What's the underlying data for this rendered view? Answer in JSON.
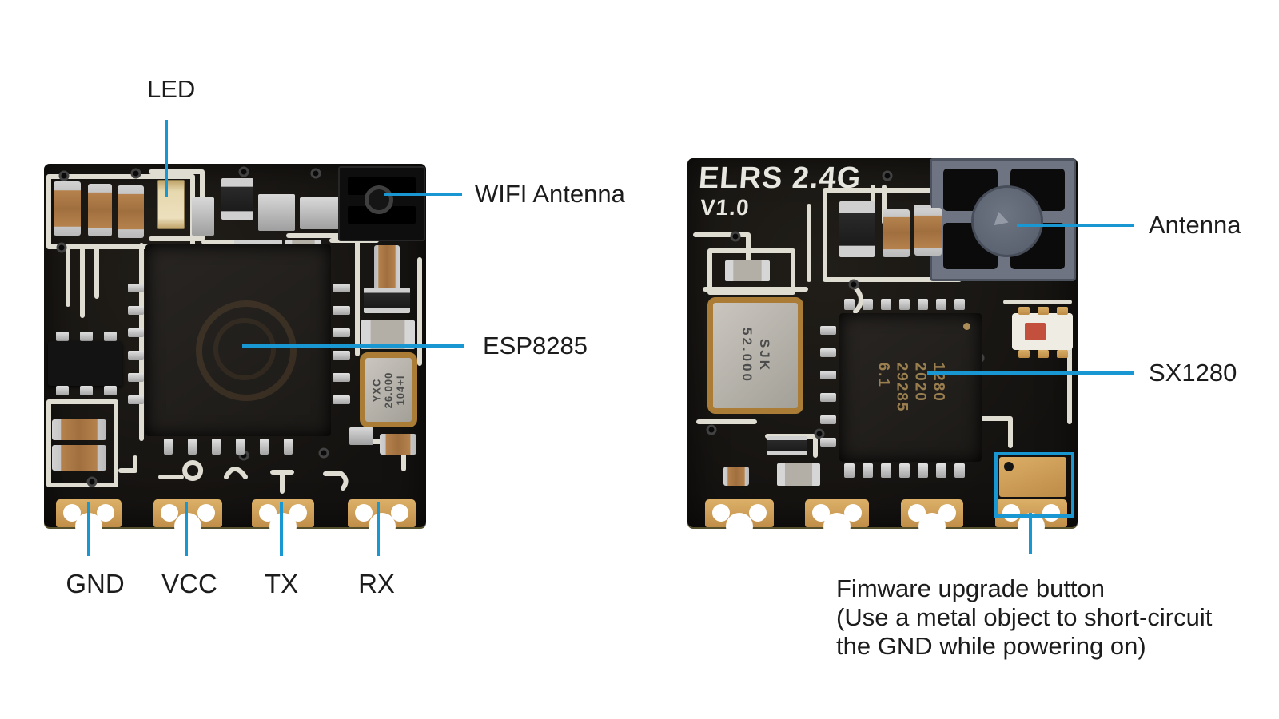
{
  "colors": {
    "accent": "#1897d3",
    "label_text": "#1c1c1c",
    "board": "#181510",
    "gold_pad": "#c79b55",
    "silkscreen": "#eae7dc"
  },
  "annotations": {
    "led": "LED",
    "wifi_antenna": "WIFI Antenna",
    "esp": "ESP8285",
    "pins": [
      "GND",
      "VCC",
      "TX",
      "RX"
    ],
    "antenna": "Antenna",
    "sx1280": "SX1280",
    "firmware": {
      "line1": "Fimware upgrade button",
      "line2": "(Use a metal object to short-circuit",
      "line3": "the GND while powering on)"
    }
  },
  "left_board": {
    "crystal": {
      "line1": "YXC",
      "line2": "26.000",
      "line3": "104+I"
    }
  },
  "right_board": {
    "silk": {
      "title": "ELRS 2.4G",
      "version": "V1.0"
    },
    "crystal": {
      "line1": "SJK",
      "line2": "52.000"
    },
    "chip": {
      "line1": "1280",
      "line2": "2020",
      "line3": "29285",
      "line4": "6.1"
    }
  }
}
